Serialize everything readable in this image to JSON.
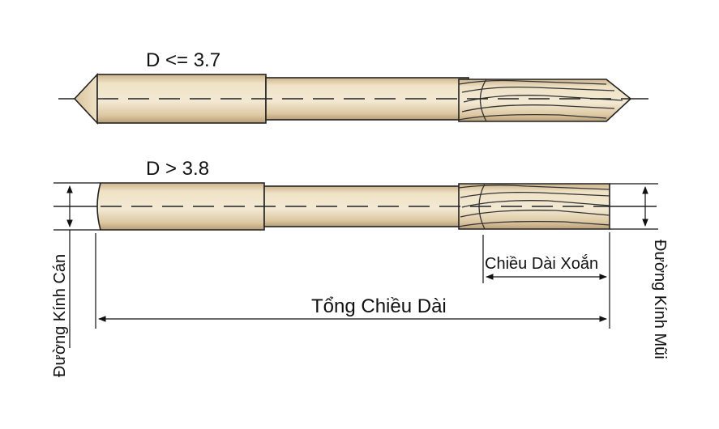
{
  "labels": {
    "tool1_spec": "D <= 3.7",
    "tool2_spec": "D > 3.8",
    "shank_diameter": "Đường Kính Cán",
    "flute_length": "Chiều Dài Xoắn",
    "overall_length": "Tổng Chiều Dài",
    "tip_diameter": "Đường Kính Mũi"
  },
  "colors": {
    "body_light": "#f1e6cc",
    "body_mid": "#ddc8a2",
    "body_dark": "#b39a74",
    "outline": "#222222",
    "dimension": "#111111"
  }
}
